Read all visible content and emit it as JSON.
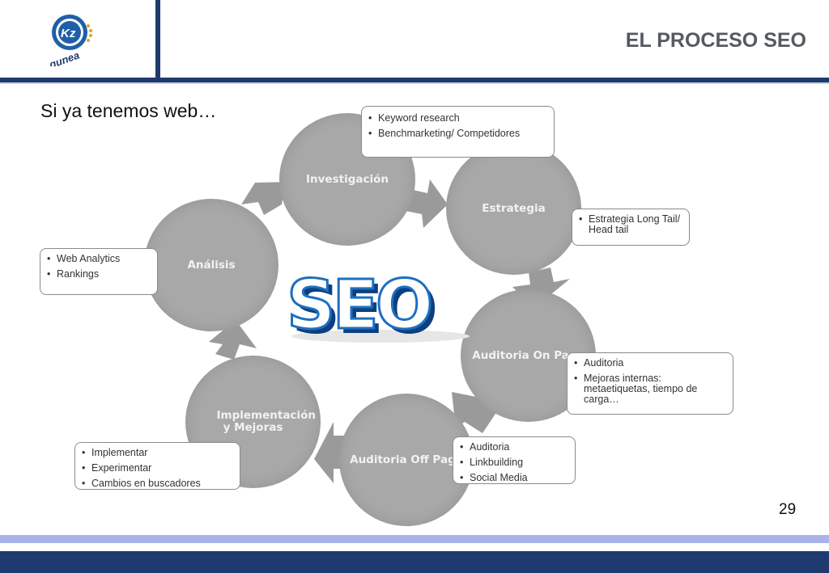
{
  "header": {
    "title": "EL PROCESO SEO",
    "subtitle": "Si ya tenemos web…",
    "logo_text": "gunea",
    "logo_badge": "Kz"
  },
  "footer": {
    "page_number": "29"
  },
  "center_graphic": {
    "text": "SEO"
  },
  "steps": [
    {
      "label": "Investigación",
      "bullets": [
        "Keyword research",
        "Benchmarketing/ Competidores"
      ]
    },
    {
      "label": "Estrategia",
      "bullets": [
        "Estrategia Long Tail/ Head tail"
      ]
    },
    {
      "label": "Auditoria On Page",
      "bullets": [
        "Auditoria",
        "Mejoras internas: metaetiquetas, tiempo de carga…"
      ]
    },
    {
      "label": "Auditoria Off Page",
      "bullets": [
        "Auditoria",
        "Linkbuilding",
        "Social Media"
      ]
    },
    {
      "label": "Implementación y Mejoras",
      "bullets": [
        "Implementar",
        "Experimentar",
        "Cambios en buscadores"
      ]
    },
    {
      "label": "Análisis",
      "bullets": [
        "Web Analytics",
        "Rankings"
      ]
    }
  ],
  "colors": {
    "dark_blue": "#1f3a6e",
    "light_blue": "#a9b3ea",
    "circle_gray": "#a8a8a8",
    "arrow_gray": "#9a9a9a",
    "seo_blue": "#1e6fc0"
  }
}
